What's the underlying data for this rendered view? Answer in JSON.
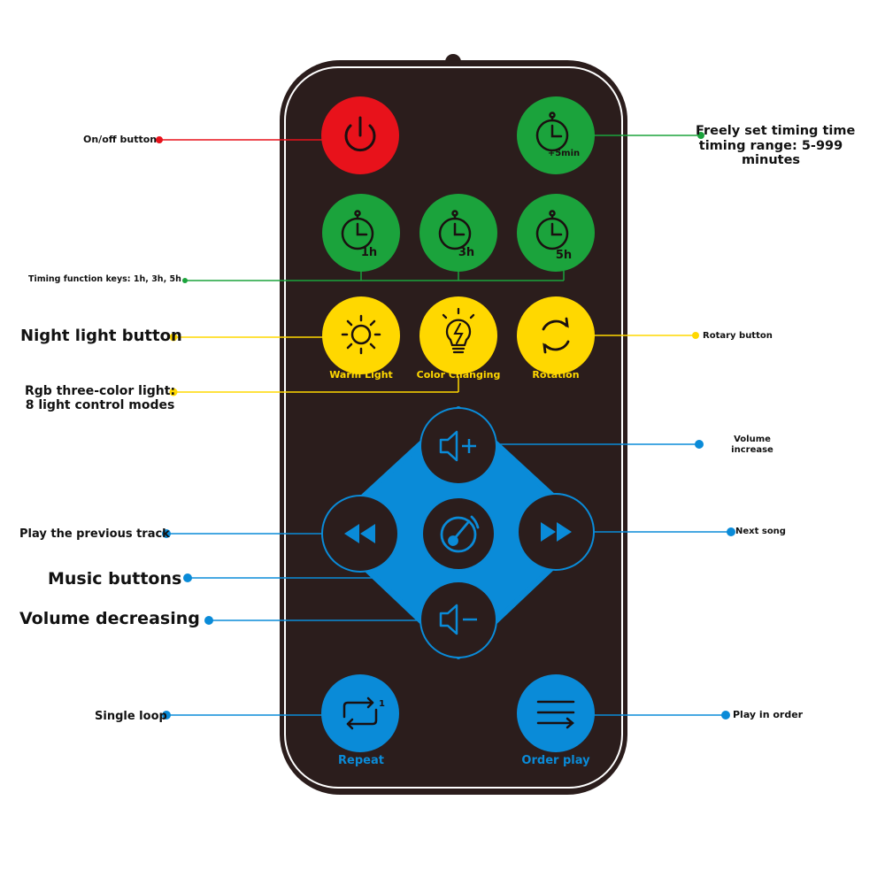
{
  "remote": {
    "colors": {
      "body": "#2b1d1c",
      "red": "#e8121b",
      "green": "#1ba33c",
      "yellow": "#ffd800",
      "blue": "#0a8bd8",
      "dark": "#2b1d1c"
    },
    "buttons": {
      "power": {
        "icon": "power-icon"
      },
      "timer_plus": {
        "icon": "timer-icon",
        "sublabel": "+5min"
      },
      "timer_1h": {
        "icon": "timer-icon",
        "sublabel": "1h"
      },
      "timer_3h": {
        "icon": "timer-icon",
        "sublabel": "3h"
      },
      "timer_5h": {
        "icon": "timer-icon",
        "sublabel": "5h"
      },
      "warm_light": {
        "icon": "sun-icon",
        "label": "Warm Light"
      },
      "color_changing": {
        "icon": "bulb-icon",
        "label": "Color Changing"
      },
      "rotation": {
        "icon": "rotate-icon",
        "label": "Rotation"
      },
      "volume_up": {
        "icon": "volume-up-icon"
      },
      "previous": {
        "icon": "rewind-icon"
      },
      "music": {
        "icon": "music-disc-icon"
      },
      "next": {
        "icon": "fast-forward-icon"
      },
      "volume_down": {
        "icon": "volume-down-icon"
      },
      "repeat": {
        "icon": "repeat-one-icon",
        "label": "Repeat"
      },
      "order_play": {
        "icon": "list-order-icon",
        "label": "Order play"
      }
    }
  },
  "annotations": {
    "power": "On/off button",
    "timer_plus": [
      "Freely set timing time",
      "timing range: 5-999",
      "minutes"
    ],
    "timing_keys": "Timing function keys: 1h, 3h, 5h",
    "night_light": "Night light button",
    "rotary": "Rotary button",
    "rgb": [
      "Rgb three-color light:",
      "8 light control modes"
    ],
    "volume_increase": [
      "Volume",
      "increase"
    ],
    "previous": "Play the previous track",
    "next": "Next song",
    "music": "Music buttons",
    "volume_decreasing": "Volume decreasing",
    "single_loop": "Single loop",
    "play_in_order": "Play in order"
  }
}
